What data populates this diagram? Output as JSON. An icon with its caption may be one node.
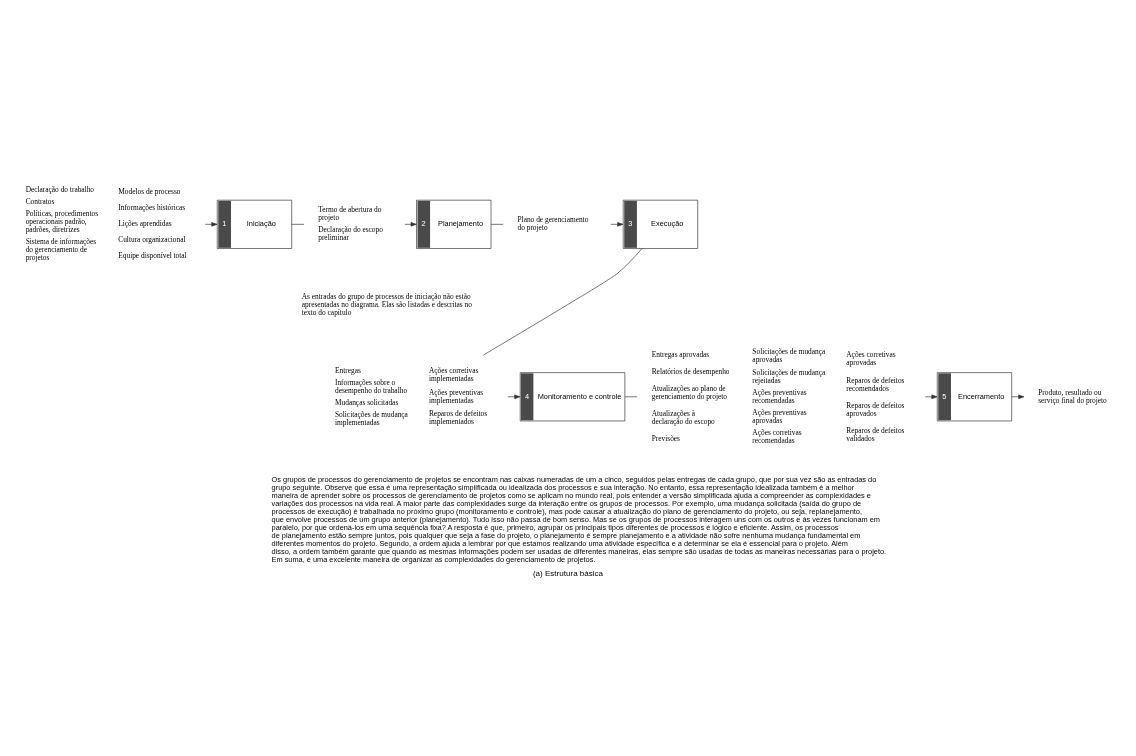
{
  "diagram": {
    "caption": "(a) Estrutura básica",
    "nodes": [
      {
        "text": [
          "Declaração do trabalho",
          "Contratos",
          "Políticas, procedimentos operacionais padrão, padrões, diretrizes",
          "Sistema de informações do gerenciamento de projetos",
          "Modelos de processo",
          "Informações históricas",
          "Lições aprendidas",
          "Cultura organizacional",
          "Equipe disponível total"
        ]
      },
      {
        "text": [
          "1",
          "Iniciação"
        ]
      },
      {
        "text": [
          "Termo de abertura do projeto",
          "Declaração do escopo preliminar"
        ]
      },
      {
        "text": [
          "2",
          "Planejamento"
        ]
      },
      {
        "text": [
          "Plano de gerenciamento do projeto"
        ]
      },
      {
        "text": [
          "3",
          "Execução"
        ]
      },
      {
        "text": [
          "Entregas",
          "Informações sobre o desempenho do trabalho",
          "Mudanças solicitadas",
          "Solicitações de mudança implementadas",
          "Ações corretivas implementadas",
          "Ações preventivas implementadas",
          "Reparos de defeitos implementados"
        ]
      },
      {
        "text": [
          "4",
          "Monitoramento e controle"
        ]
      },
      {
        "text": [
          "Entregas aprovadas",
          "Relatórios de desempenho",
          "Atualizações ao plano de gerenciamento do projeto",
          "Atualizações à declaração do escopo",
          "Previsões",
          "Solicitações de mudança aprovadas",
          "Solicitações de mudança rejeitadas",
          "Ações preventivas recomendadas",
          "Ações preventivas aprovadas",
          "Ações corretivas recomendadas",
          "Ações corretivas aprovadas",
          "Reparos de defeitos recomendados",
          "Reparos de defeitos aprovados",
          "Reparos de defeitos validados"
        ]
      },
      {
        "text": [
          "5",
          "Encerramento"
        ]
      },
      {
        "text": [
          "Produto, resultado ou serviço final do projeto"
        ]
      }
    ],
    "edges": [
      {
        "from": 0,
        "to": 1,
        "arrow": "to"
      },
      {
        "from": 1,
        "to": 2,
        "arrow": "none"
      },
      {
        "from": 2,
        "to": 3,
        "arrow": "to"
      },
      {
        "from": 3,
        "to": 4,
        "arrow": "none"
      },
      {
        "from": 4,
        "to": 5,
        "arrow": "to"
      },
      {
        "from": 5,
        "to": 6,
        "arrow": "none"
      },
      {
        "from": 6,
        "to": 7,
        "arrow": "to"
      },
      {
        "from": 7,
        "to": 8,
        "arrow": "none"
      },
      {
        "from": 8,
        "to": 9,
        "arrow": "to"
      },
      {
        "from": 9,
        "to": 10,
        "arrow": "to"
      }
    ],
    "labels": [
      "As entradas do grupo de processos de iniciação não estão apresentadas no diagrama. Elas são listadas e descritas no texto do capítulo",
      "Os grupos de processos do gerenciamento de projetos se encontram nas caixas numeradas de um a cinco, seguidos pelas entregas de cada grupo, que por sua vez são as entradas do grupo seguinte. Observe que essa é uma representação simplificada ou idealizada dos processos e sua interação. No entanto, essa representação idealizada também é a melhor maneira de aprender sobre os processos de gerenciamento de projetos como se aplicam no mundo real, pois entender a versão simplificada ajuda a compreender as complexidades e variações dos processos na vida real. A maior parte das complexidades surge da interação entre os grupos de processos. Por exemplo, uma mudança solicitada (saída do grupo de processos de execução) é trabalhada no próximo grupo (monitoramento e controle), mas pode causar a atualização do plano de gerenciamento do projeto, ou seja, replanejamento, que envolve processos de um grupo anterior (planejamento). Tudo isso não passa de bom senso. Mas se os grupos de processos interagem uns com os outros e às vezes funcionam em paralelo, por que ordená-los em uma sequência fixa? A resposta é que, primeiro, agrupar os principais tipos diferentes de processos é lógico e eficiente. Assim, os processos de planejamento estão sempre juntos, pois qualquer que seja a fase do projeto, o planejamento é sempre planejamento e a atividade não sofre nenhuma mudança fundamental em diferentes momentos do projeto. Segundo, a ordem ajuda a lembrar por que estamos realizando uma atividade específica e a determinar se ela é essencial para o projeto. Além disso, a ordem também garante que quando as mesmas informações podem ser usadas de diferentes maneiras, elas sempre são usadas de todas as maneiras necessárias para o projeto. Em suma, é uma excelente maneira de organizar as complexidades do gerenciamento de projetos."
    ]
  }
}
